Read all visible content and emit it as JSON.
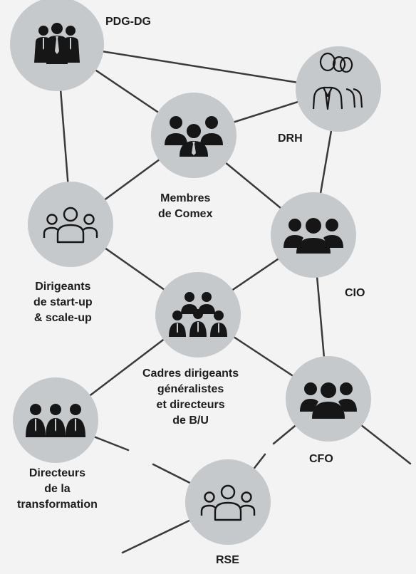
{
  "nodes": [
    {
      "id": "pdg",
      "icon": "executive-team-icon",
      "label": [
        "PDG-DG"
      ]
    },
    {
      "id": "drh",
      "icon": "outlined-people-icon",
      "label": [
        "DRH"
      ]
    },
    {
      "id": "comex",
      "icon": "committee-icon",
      "label": [
        "Membres",
        "de Comex"
      ]
    },
    {
      "id": "startup",
      "icon": "group-outline-icon",
      "label": [
        "Dirigeants",
        "de start-up",
        "& scale-up"
      ]
    },
    {
      "id": "cio",
      "icon": "team-icon",
      "label": [
        "CIO"
      ]
    },
    {
      "id": "cadres",
      "icon": "managers-group-icon",
      "label": [
        "Cadres dirigeants",
        "généralistes",
        "et directeurs",
        "de B/U"
      ]
    },
    {
      "id": "transfo",
      "icon": "three-managers-icon",
      "label": [
        "Directeurs",
        "de la",
        "transformation"
      ]
    },
    {
      "id": "cfo",
      "icon": "finance-team-icon",
      "label": [
        "CFO"
      ]
    },
    {
      "id": "rse",
      "icon": "group-outline-icon",
      "label": [
        "RSE"
      ]
    }
  ],
  "colors": {
    "background": "#f3f3f3",
    "node": "#c5c9cb",
    "line": "#3a3a3a",
    "icon": "#161616",
    "text": "#1c1c1c"
  }
}
